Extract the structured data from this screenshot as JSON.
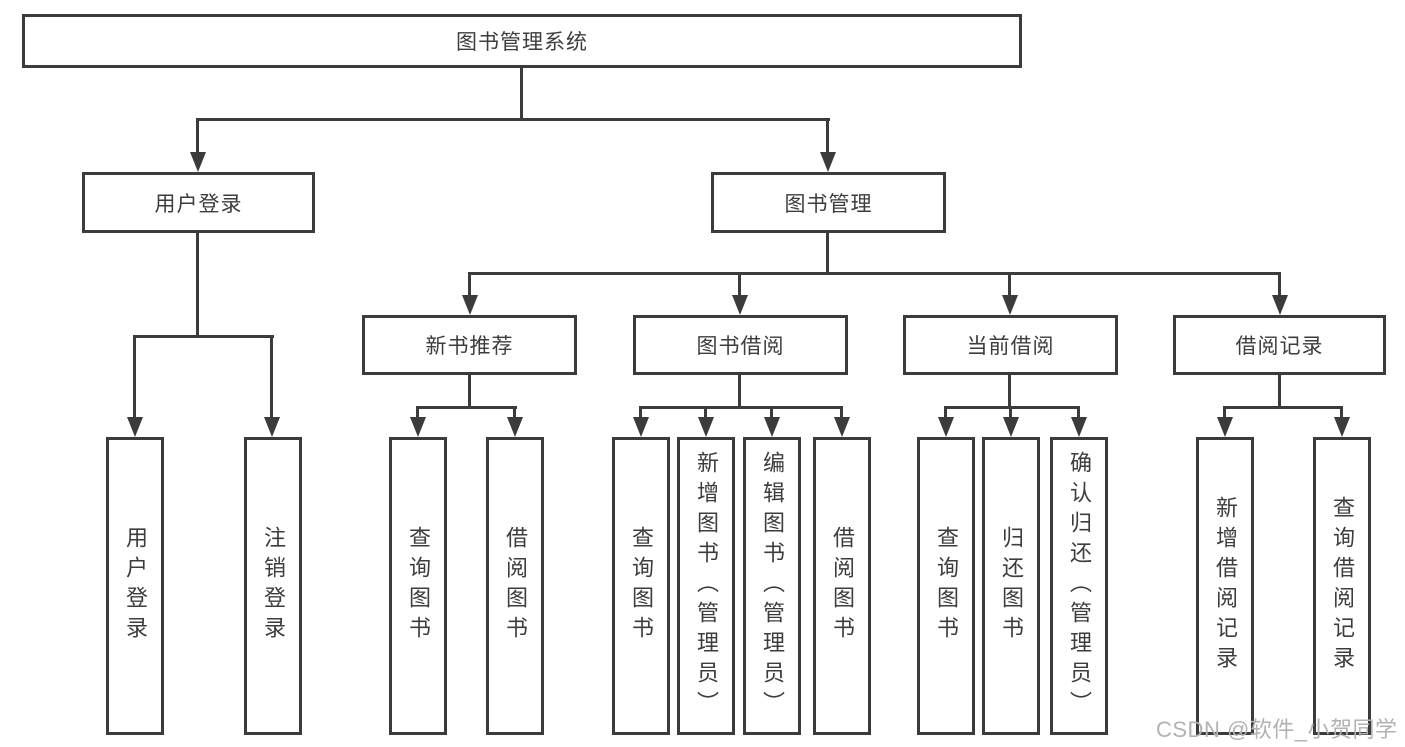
{
  "diagram": {
    "type": "hierarchy-tree",
    "levels": 4,
    "colors": {
      "box_border": "#3b3b3b",
      "box_fill": "#ffffff",
      "connector": "#3b3b3b",
      "text": "#3d3d3d",
      "watermark": "#b2b2b2"
    },
    "nodes": {
      "root": "图书管理系统",
      "user_login": "用户登录",
      "book_mgmt": "图书管理",
      "new_book_rec": "新书推荐",
      "book_borrow": "图书借阅",
      "current_borrow": "当前借阅",
      "borrow_record": "借阅记录",
      "leaf_user_login": "用户登录",
      "leaf_logout": "注销登录",
      "leaf_query_book_rec": "查询图书",
      "leaf_borrow_book_rec": "借阅图书",
      "leaf_query_book_borrow": "查询图书",
      "leaf_add_book": "新增图书（管理员）",
      "leaf_edit_book": "编辑图书（管理员）",
      "leaf_borrow_book_borrow": "借阅图书",
      "leaf_query_book_current": "查询图书",
      "leaf_return_book": "归还图书",
      "leaf_confirm_return": "确认归还（管理员）",
      "leaf_add_borrow_record": "新增借阅记录",
      "leaf_query_borrow_record": "查询借阅记录"
    },
    "edges": [
      [
        "图书管理系统",
        "用户登录"
      ],
      [
        "图书管理系统",
        "图书管理"
      ],
      [
        "用户登录",
        "用户登录(叶)"
      ],
      [
        "用户登录",
        "注销登录"
      ],
      [
        "图书管理",
        "新书推荐"
      ],
      [
        "图书管理",
        "图书借阅"
      ],
      [
        "图书管理",
        "当前借阅"
      ],
      [
        "图书管理",
        "借阅记录"
      ],
      [
        "新书推荐",
        "查询图书"
      ],
      [
        "新书推荐",
        "借阅图书"
      ],
      [
        "图书借阅",
        "查询图书"
      ],
      [
        "图书借阅",
        "新增图书（管理员）"
      ],
      [
        "图书借阅",
        "编辑图书（管理员）"
      ],
      [
        "图书借阅",
        "借阅图书"
      ],
      [
        "当前借阅",
        "查询图书"
      ],
      [
        "当前借阅",
        "归还图书"
      ],
      [
        "当前借阅",
        "确认归还（管理员）"
      ],
      [
        "借阅记录",
        "新增借阅记录"
      ],
      [
        "借阅记录",
        "查询借阅记录"
      ]
    ]
  },
  "watermark": "CSDN @软件_小贺同学"
}
